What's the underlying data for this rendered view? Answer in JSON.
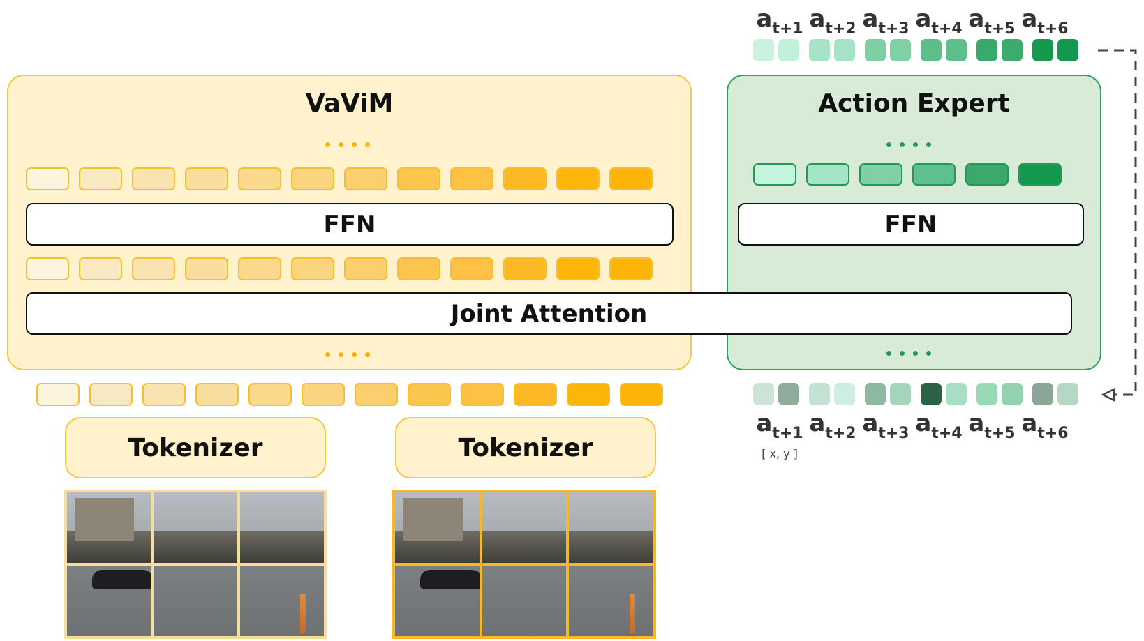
{
  "vavim": {
    "title": "VaViM",
    "ffn_label": "FFN",
    "token_colors": [
      "#fdf4dd",
      "#f8e9c2",
      "#f8e3b1",
      "#f8dd9f",
      "#fad88c",
      "#fad47e",
      "#fbcf6e",
      "#fcc54d",
      "#fdc143",
      "#fdb923",
      "#fdb509",
      "#fdb408"
    ],
    "border_color": "#f8c640",
    "dot_color": "#f5b400"
  },
  "joint_attention": {
    "label": "Joint Attention"
  },
  "action_expert": {
    "title": "Action Expert",
    "ffn_label": "FFN",
    "token_colors": [
      "#c3f4dd",
      "#a4e5c6",
      "#7fd1a5",
      "#5ec08c",
      "#3aa96b",
      "#13994d"
    ],
    "border_color": "#2aa163",
    "dot_color": "#1f9b57"
  },
  "output_actions": {
    "labels": [
      {
        "base": "a",
        "sub": "t+1"
      },
      {
        "base": "a",
        "sub": "t+2"
      },
      {
        "base": "a",
        "sub": "t+3"
      },
      {
        "base": "a",
        "sub": "t+4"
      },
      {
        "base": "a",
        "sub": "t+5"
      },
      {
        "base": "a",
        "sub": "t+6"
      }
    ],
    "token_colors": [
      "#c9f2df",
      "#c0f1da",
      "#a7e3c6",
      "#a4e3c5",
      "#7fcfa4",
      "#80d0a6",
      "#5cbf8a",
      "#5dc08c",
      "#3aa96c",
      "#3cac6e",
      "#14994d",
      "#13994d"
    ]
  },
  "input_actions": {
    "labels": [
      {
        "base": "a",
        "sub": "t+1",
        "note": "[ x, y ]"
      },
      {
        "base": "a",
        "sub": "t+2"
      },
      {
        "base": "a",
        "sub": "t+3"
      },
      {
        "base": "a",
        "sub": "t+4"
      },
      {
        "base": "a",
        "sub": "t+5"
      },
      {
        "base": "a",
        "sub": "t+6"
      }
    ],
    "token_colors": [
      "#cde3d8",
      "#91ab9c",
      "#c3e2d4",
      "#cdeee0",
      "#8db8a1",
      "#a6d3bb",
      "#2b6246",
      "#a9dec4",
      "#98d9b5",
      "#93d1b1",
      "#8ba596",
      "#b6d6c6"
    ]
  },
  "input_tokens": {
    "token_colors": [
      "#fdf4dd",
      "#f8e9c2",
      "#f8e3b1",
      "#f8dd9f",
      "#fad88c",
      "#fad47e",
      "#fbcf6e",
      "#fcc54d",
      "#fdc143",
      "#fdb923",
      "#fdb509",
      "#fdb408"
    ]
  },
  "tokenizers": [
    {
      "label": "Tokenizer",
      "frame_border": "#f8dc9a"
    },
    {
      "label": "Tokenizer",
      "frame_border": "#f8b820"
    }
  ]
}
